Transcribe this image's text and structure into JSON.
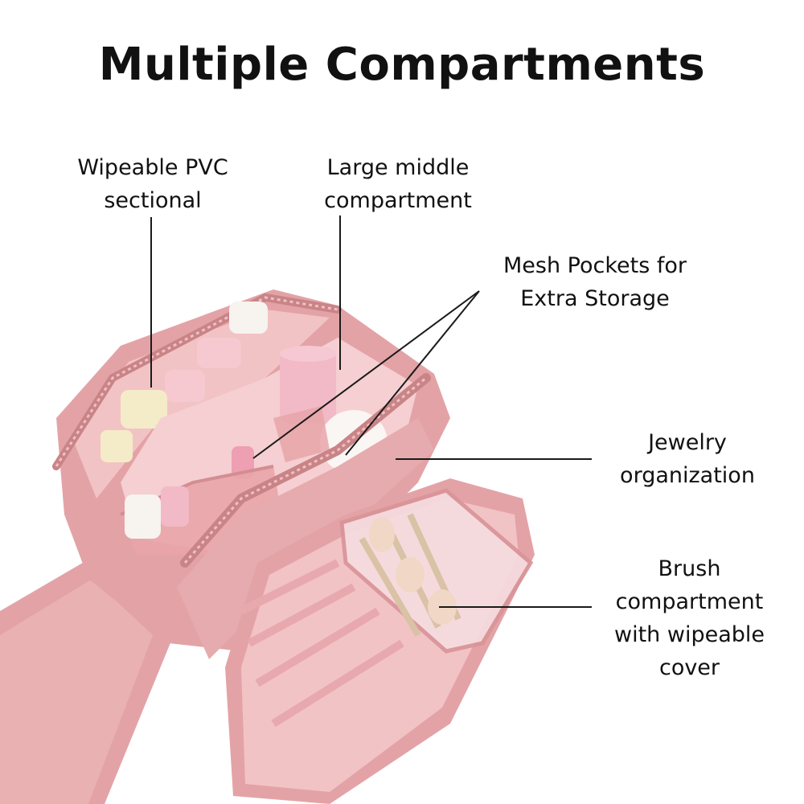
{
  "title": "Multiple Compartments",
  "labels": {
    "wipeable_pvc": [
      "Wipeable PVC",
      "sectional"
    ],
    "large_middle": [
      "Large middle",
      "compartment"
    ],
    "mesh_pockets": [
      "Mesh Pockets for",
      "Extra Storage"
    ],
    "jewelry": [
      "Jewelry",
      "organization"
    ],
    "brush": [
      "Brush",
      "compartment",
      "with wipeable",
      "cover"
    ]
  },
  "colors": {
    "bag_pink": "#e3a3a6",
    "bag_pink_dark": "#c98487",
    "lining": "#f2c3c5",
    "pvc": "#f3dadd",
    "bottle_white": "#f7f3ef",
    "callout_line": "#1a1a1a"
  }
}
